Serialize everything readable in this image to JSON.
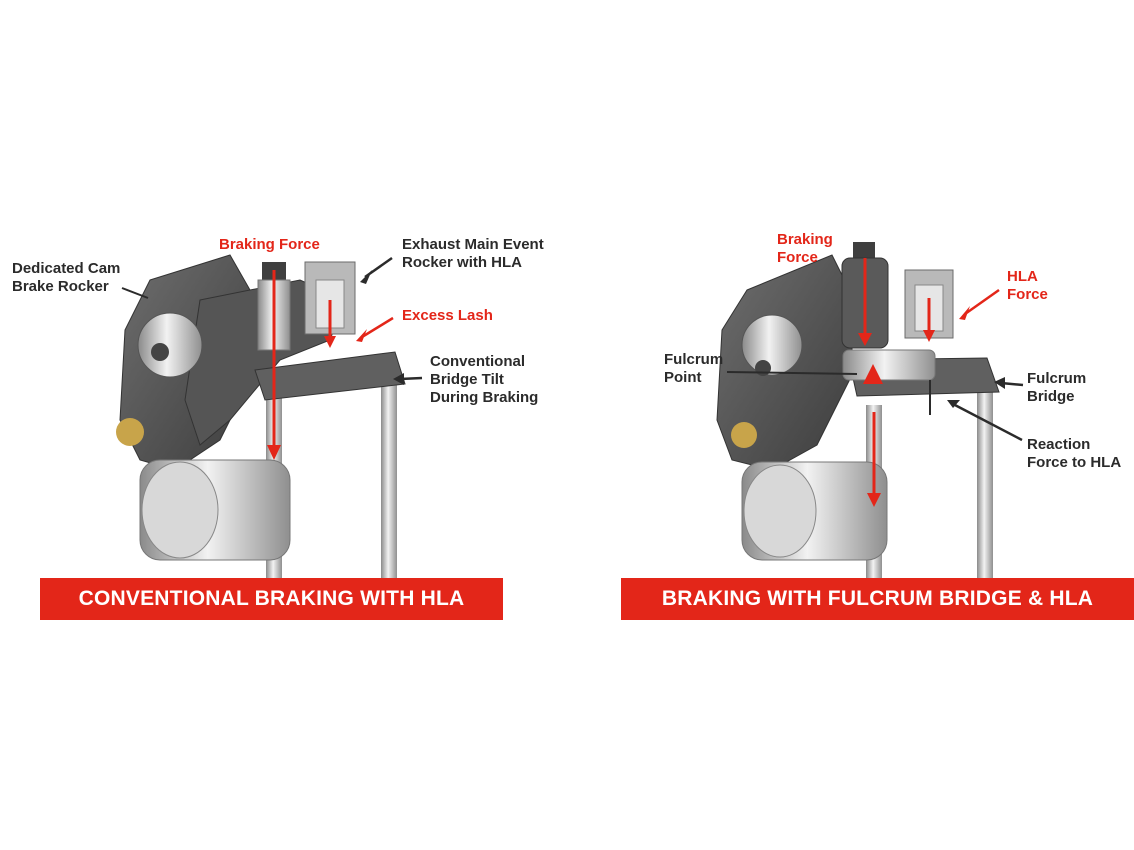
{
  "colors": {
    "accent_red": "#e32619",
    "label_dark": "#2b2b2b",
    "metal_dark": "#4a4a4a",
    "metal_mid": "#777777",
    "steel": "#c9c9c9",
    "bronze": "#c8a44a"
  },
  "left_panel": {
    "banner": "CONVENTIONAL BRAKING WITH HLA",
    "labels": {
      "braking_force": "Braking Force",
      "cam_brake_rocker": [
        "Dedicated Cam",
        "Brake Rocker"
      ],
      "exhaust_rocker": [
        "Exhaust Main Event",
        "Rocker with HLA"
      ],
      "excess_lash": "Excess Lash",
      "bridge_tilt": [
        "Conventional",
        "Bridge Tilt",
        "During Braking"
      ]
    }
  },
  "right_panel": {
    "banner": "BRAKING WITH FULCRUM BRIDGE & HLA",
    "labels": {
      "braking_force": [
        "Braking",
        "Force"
      ],
      "hla_force": [
        "HLA",
        "Force"
      ],
      "fulcrum_point": [
        "Fulcrum",
        "Point"
      ],
      "fulcrum_bridge": [
        "Fulcrum",
        "Bridge"
      ],
      "reaction_force": [
        "Reaction",
        "Force to HLA"
      ]
    }
  }
}
